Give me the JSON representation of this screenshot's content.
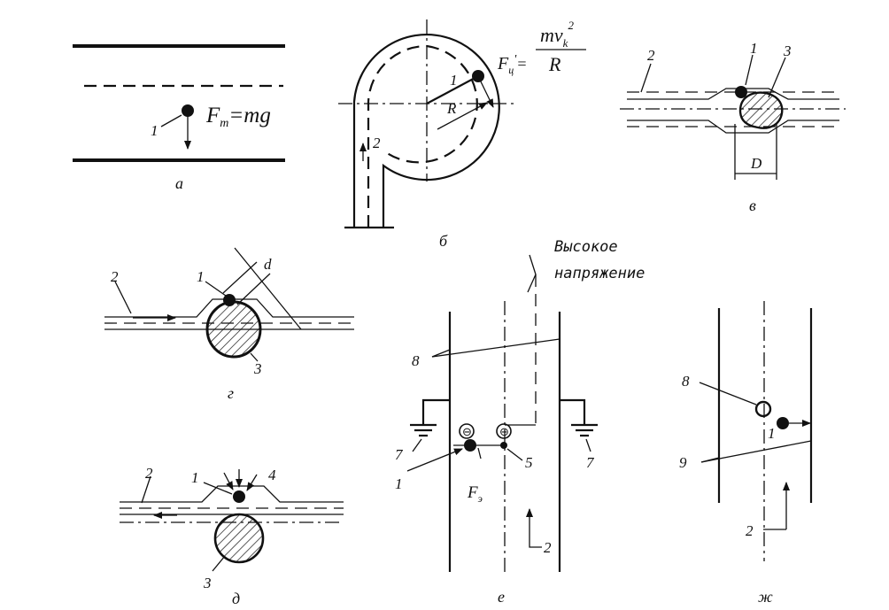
{
  "colors": {
    "ink": "#111111",
    "paper": "#ffffff"
  },
  "panels": {
    "a": {
      "caption": "а",
      "particle": "1",
      "formula": "F",
      "formula_sub": "т",
      "formula_rhs": "=mg"
    },
    "b": {
      "caption": "б",
      "particle": "1",
      "radius": "R",
      "flow": "2",
      "formula_lhs": "F",
      "formula_sub": "ц",
      "formula_prime": "'",
      "formula_eq": "=",
      "formula_num": "mv",
      "formula_num_sub": "k",
      "formula_num_sup": "2",
      "formula_den": "R"
    },
    "v": {
      "caption": "в",
      "flow": "2",
      "particle": "1",
      "fiber": "3",
      "diameter": "D"
    },
    "g": {
      "caption": "г",
      "flow": "2",
      "particle": "1",
      "fiber": "3",
      "distance": "d"
    },
    "d": {
      "caption": "д",
      "flow": "2",
      "particle": "1",
      "fiber": "3",
      "diffusion": "4"
    },
    "e": {
      "caption": "е",
      "voltage_line1": "Высокое",
      "voltage_line2": "напряжение",
      "electrodes": "8",
      "ground_left": "7",
      "ground_right": "7",
      "particle": "1",
      "ion": "5",
      "force": "F",
      "force_sub": "э",
      "flow": "2",
      "charge_left": "⊖",
      "charge_right": "⊖"
    },
    "zh": {
      "caption": "ж",
      "bubble": "8",
      "particle": "1",
      "walls": "9",
      "flow": "2"
    }
  }
}
